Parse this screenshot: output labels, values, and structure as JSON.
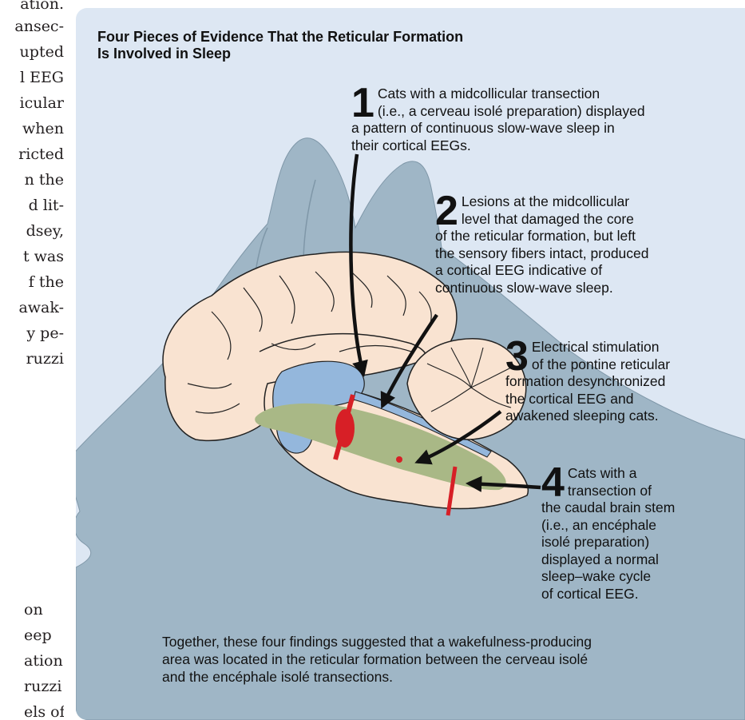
{
  "left_column": {
    "lines": [
      "ation.",
      "ansec-",
      "upted",
      "l EEG",
      "icular",
      "when",
      "ricted",
      "n the",
      "d lit-",
      "dsey,",
      "t was",
      "f the",
      "awak-",
      "y pe-",
      "ruzzi"
    ],
    "bottom_lines": [
      "on",
      "eep",
      "ation.",
      "ruzzi",
      "els of"
    ]
  },
  "figure": {
    "title_lines": [
      "Four Pieces of Evidence That the Reticular Formation",
      "Is Involved in Sleep"
    ],
    "evidence": [
      {
        "number": "1",
        "lines": [
          "Cats with a midcollicular transection",
          "(i.e., a cerveau isolé preparation) displayed",
          "a pattern of continuous slow-wave sleep in",
          "their cortical EEGs."
        ]
      },
      {
        "number": "2",
        "lines": [
          "Lesions at the midcollicular",
          "level that damaged the core",
          "of the reticular formation, but left",
          "the sensory fibers intact, produced",
          "a cortical EEG indicative of",
          "continuous slow-wave sleep."
        ]
      },
      {
        "number": "3",
        "lines": [
          "Electrical stimulation",
          "of the pontine reticular",
          "formation desynchronized",
          "the cortical EEG and",
          "awakened sleeping cats."
        ]
      },
      {
        "number": "4",
        "lines": [
          "Cats with a",
          "transection of",
          "the caudal brain stem",
          "(i.e., an encéphale",
          "isolé preparation)",
          "displayed a normal",
          "sleep–wake cycle",
          "of cortical EEG."
        ]
      }
    ],
    "summary_lines": [
      "Together, these four findings suggested that a wakefulness-producing",
      "area was located in the reticular formation between the cerveau isolé",
      "and the encéphale isolé transections."
    ]
  },
  "colors": {
    "panel_bg": "#dde7f3",
    "cat_silhouette": "#9fb6c6",
    "brain": "#f9e3d1",
    "ventricle": "#94b7dc",
    "reticular_formation": "#a9b886",
    "lesion_red": "#d71f26"
  }
}
